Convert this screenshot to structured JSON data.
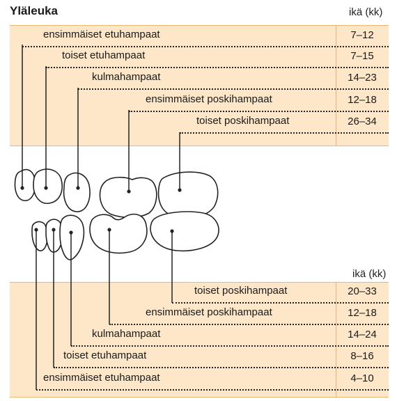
{
  "upper": {
    "title": "Yläleuka",
    "age_header": "ikä (kk)",
    "rows": [
      {
        "label": "ensimmäiset etuhampaat",
        "age": "7–12"
      },
      {
        "label": "toiset etuhampaat",
        "age": "7–15"
      },
      {
        "label": "kulmahampaat",
        "age": "14–23"
      },
      {
        "label": "ensimmäiset poskihampaat",
        "age": "12–18"
      },
      {
        "label": "toiset poskihampaat",
        "age": "26–34"
      }
    ]
  },
  "lower": {
    "age_header": "ikä (kk)",
    "rows": [
      {
        "label": "toiset poskihampaat",
        "age": "20–33"
      },
      {
        "label": "ensimmäiset poskihampaat",
        "age": "12–18"
      },
      {
        "label": "kulmahampaat",
        "age": "14–24"
      },
      {
        "label": "toiset etuhampaat",
        "age": "8–16"
      },
      {
        "label": "ensimmäiset etuhampaat",
        "age": "4–10"
      }
    ]
  },
  "colors": {
    "panel": "#fde7c8",
    "panel_border": "#e8b572",
    "line": "#222222"
  }
}
